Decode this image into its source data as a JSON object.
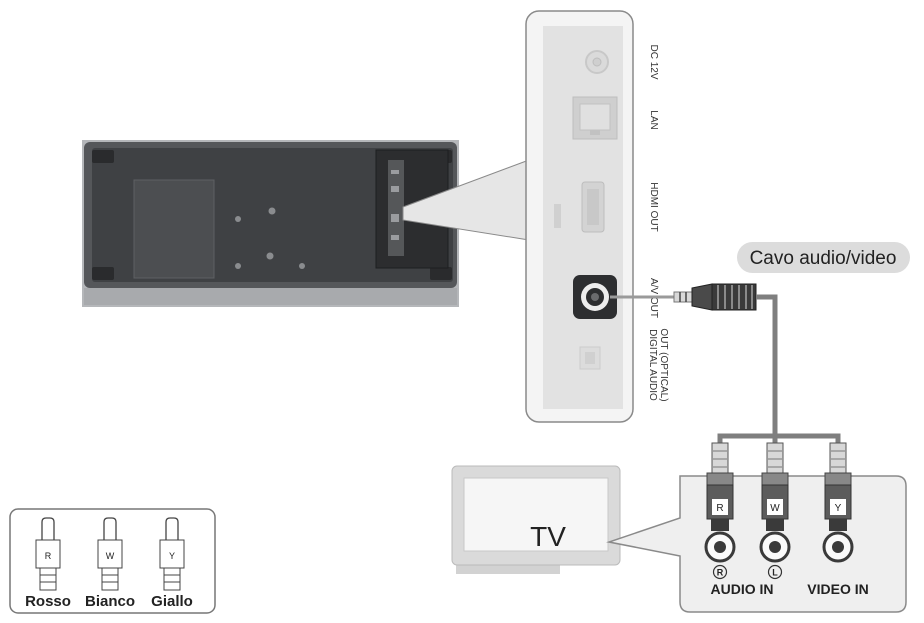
{
  "cable_label": "Cavo audio/video",
  "panel_labels": {
    "dc": "DC 12V",
    "lan": "LAN",
    "hdmi": "HDMI OUT",
    "av": "A/V OUT",
    "optical_line1": "DIGITAL AUDIO",
    "optical_line2": "OUT (OPTICAL)"
  },
  "tv_label": "TV",
  "tv_inputs": {
    "audio_in": "AUDIO IN",
    "video_in": "VIDEO IN",
    "plug_r": "R",
    "plug_w": "W",
    "plug_y": "Y",
    "jack_r": "R",
    "jack_l": "L"
  },
  "legend": [
    {
      "letter": "R",
      "name": "Rosso"
    },
    {
      "letter": "W",
      "name": "Bianco"
    },
    {
      "letter": "Y",
      "name": "Giallo"
    }
  ],
  "colors": {
    "device_body": "#55575a",
    "cable": "#808080",
    "callout_fill": "#efefef",
    "pill_fill": "#dcdcdc"
  }
}
